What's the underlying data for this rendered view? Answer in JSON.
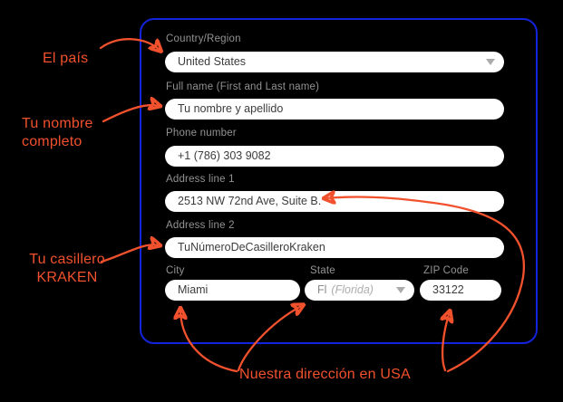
{
  "colors": {
    "background": "#000000",
    "panel_border": "#1423DC",
    "annotation": "#F1512D",
    "field_background": "#FFFFFF",
    "field_label": "#939393",
    "field_value": "#3C3C3C",
    "dropdown_arrow": "#ABABAB"
  },
  "form": {
    "fields": [
      {
        "label": "Country/Region",
        "value": "United States",
        "type": "select"
      },
      {
        "label": "Full name (First and Last name)",
        "value": "Tu nombre y apellido",
        "type": "text"
      },
      {
        "label": "Phone number",
        "value": "+1 (786) 303 9082",
        "type": "text"
      },
      {
        "label": "Address line 1",
        "value": "2513 NW 72nd Ave, Suite B.",
        "type": "text"
      },
      {
        "label": "Address line 2",
        "value": "TuNúmeroDeCasilleroKraken",
        "type": "text"
      },
      {
        "label": "City",
        "value": "Miami",
        "type": "text"
      },
      {
        "label": "State",
        "value": "Fl",
        "hint": "(Florida)",
        "type": "select"
      },
      {
        "label": "ZIP Code",
        "value": "33122",
        "type": "text"
      }
    ]
  },
  "annotations": {
    "country": "El país",
    "full_name_line1": "Tu nombre",
    "full_name_line2": "completo",
    "locker_line1": "Tu casillero",
    "locker_line2": "KRAKEN",
    "usa_address": "Nuestra dirección en USA"
  }
}
